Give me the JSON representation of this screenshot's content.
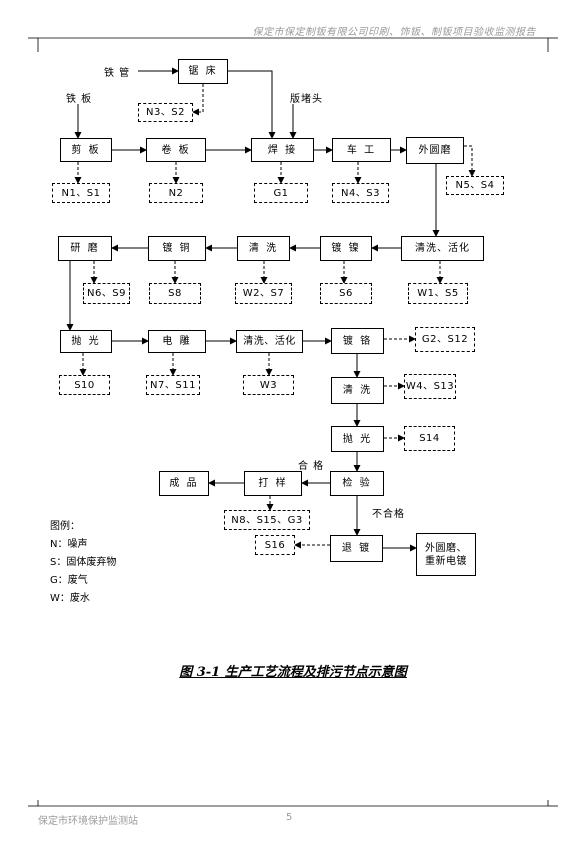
{
  "header": {
    "title": "保定市保定制钣有限公司印刷、饰钣、制钣项目验收监测报告"
  },
  "footer": {
    "org": "保定市环境保护监测站",
    "page": "5"
  },
  "diagram": {
    "inputs": {
      "steel_pipe": "铁 管",
      "steel_plate": "铁 板",
      "end_cap": "版堵头"
    },
    "process": {
      "saw": "锯 床",
      "shear": "剪 板",
      "roll": "卷 板",
      "weld": "焊 接",
      "lathe": "车 工",
      "outer_grind": "外圆磨",
      "clean_activate_1": "清洗、活化",
      "nickel": "镀 镍",
      "clean_1": "清 洗",
      "copper": "镀 铜",
      "grind": "研 磨",
      "polish_1": "抛 光",
      "engrave": "电 雕",
      "clean_activate_2": "清洗、活化",
      "chrome": "镀 铬",
      "clean_2": "清 洗",
      "polish_2": "抛 光",
      "inspect": "检 验",
      "proof": "打 样",
      "product": "成 品",
      "strip": "退 镀",
      "regrind": "外圆磨、重新电镀"
    },
    "emissions": {
      "saw": "N3、S2",
      "shear": "N1、S1",
      "roll": "N2",
      "weld": "G1",
      "lathe": "N4、S3",
      "outer_grind": "N5、S4",
      "clean_activate_1": "W1、S5",
      "nickel": "S6",
      "clean_1": "W2、S7",
      "copper": "S8",
      "grind": "N6、S9",
      "polish_1": "S10",
      "engrave": "N7、S11",
      "clean_activate_2": "W3",
      "chrome": "G2、S12",
      "clean_2": "W4、S13",
      "polish_2": "S14",
      "proof": "N8、S15、G3",
      "strip": "S16"
    },
    "branch": {
      "pass": "合 格",
      "fail": "不合格"
    }
  },
  "legend": {
    "title": "图例：",
    "items": [
      "N：噪声",
      "S：固体废弃物",
      "G：废气",
      "W：废水"
    ]
  },
  "caption": "图 3-1 生产工艺流程及排污节点示意图"
}
